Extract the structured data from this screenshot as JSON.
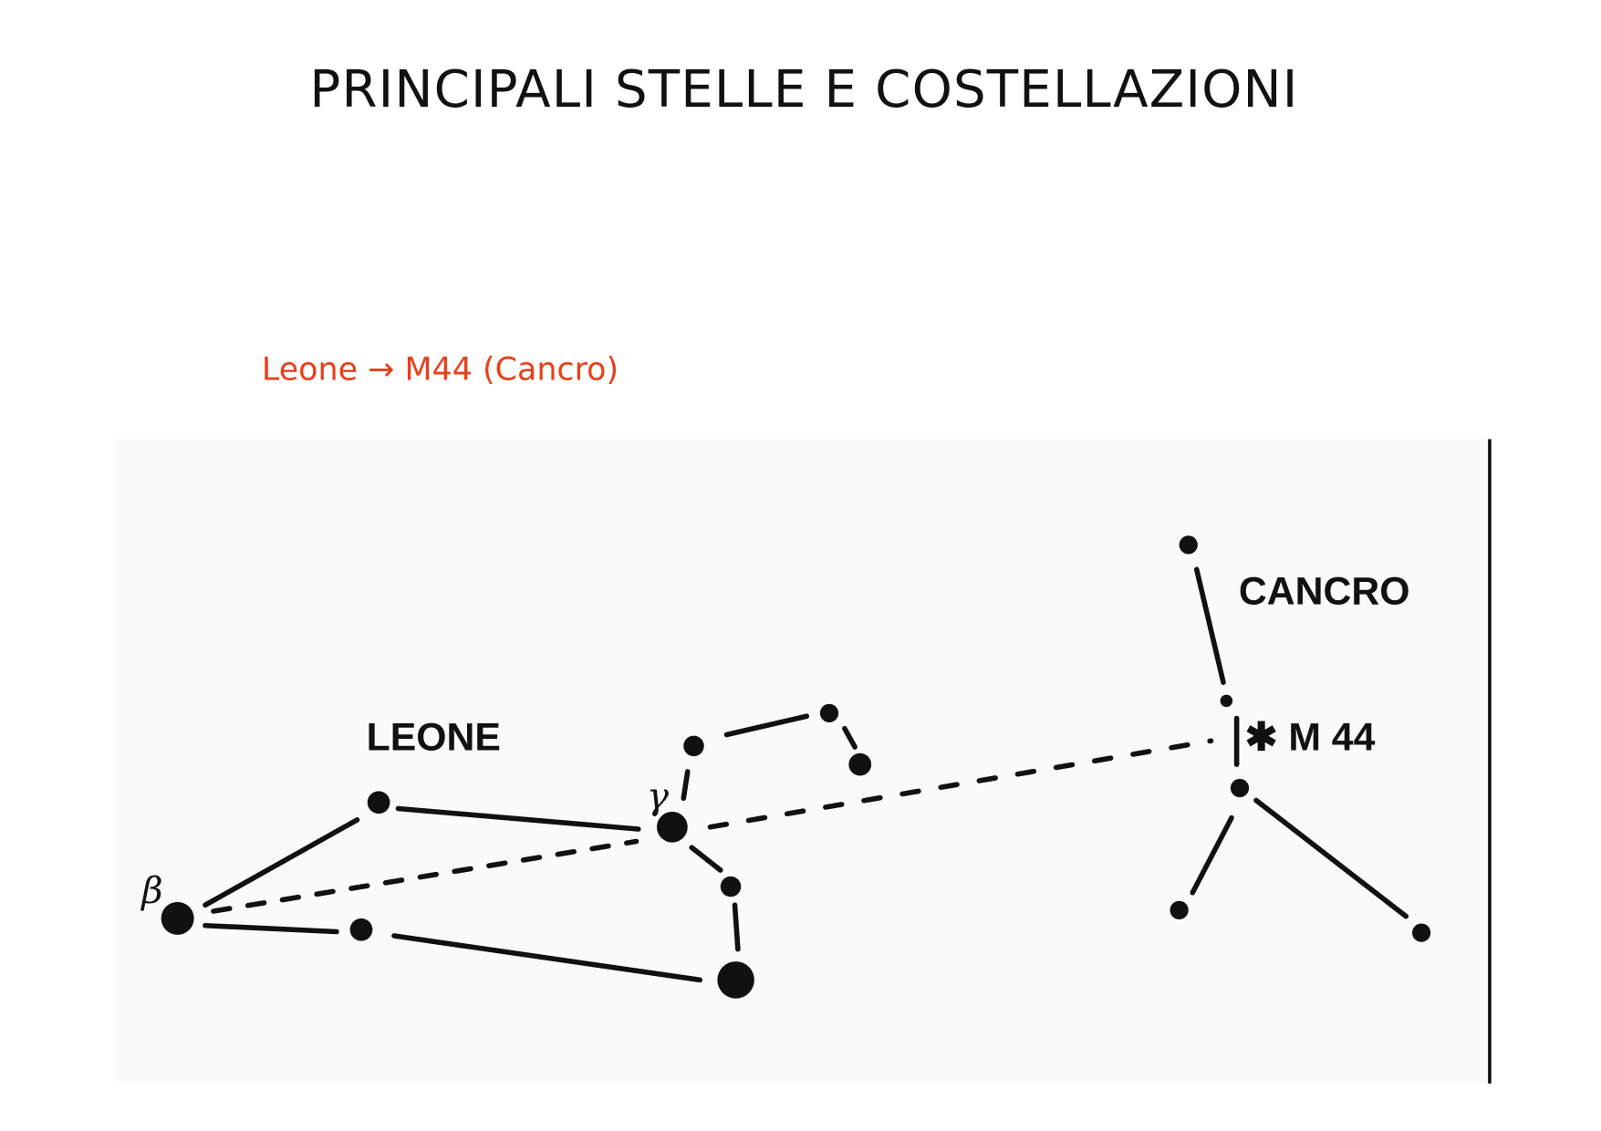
{
  "page": {
    "title": "PRINCIPALI STELLE E COSTELLAZIONI",
    "subtitle": "Leone → M44 (Cancro)"
  },
  "figure": {
    "labels": {
      "leone": "LEONE",
      "cancro": "CANCRO",
      "m44": "✱ M 44",
      "beta": "β",
      "gamma": "γ"
    }
  },
  "colors": {
    "subtitle": "#e8401c",
    "ink": "#111111"
  }
}
